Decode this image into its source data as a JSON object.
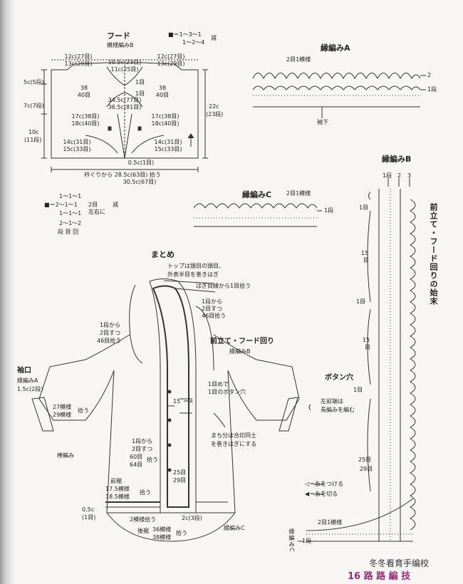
{
  "hood": {
    "title": "フード",
    "pattern": "模様編みB",
    "dec_formula_1": "1～3～1",
    "dec_formula_2": "1～2～4",
    "dec_suffix": "減",
    "top_left_1": "12c(27目)",
    "top_left_2": "13c(29目)",
    "top_mid_1": "10.5c(23目)",
    "top_mid_2": "11c(25目)",
    "top_right_1": "12c(27目)",
    "top_right_2": "13c(29目)",
    "left_5c": "5c(5段)",
    "left_7c": "7c(7段)",
    "left_10c_1": "10c",
    "left_10c_2": "(11段)",
    "right_22c_1": "22c",
    "right_22c_2": "(23段)",
    "inner_38": "38",
    "inner_40": "40目",
    "inner_38_r": "38",
    "inner_40_r": "40目",
    "center_1me": "1目",
    "center_1me_2": "1目",
    "center_w1": "34.5c(77目)",
    "center_w2": "36.5c(81目)",
    "lower_left_1": "17c(38目)",
    "lower_left_2": "18c(40目)",
    "lower_right_1": "17c(38目)",
    "lower_right_2": "18c(40目)",
    "bottom_left_1": "14c(31目)",
    "bottom_left_2": "15c(33目)",
    "bottom_right_1": "14c(31目)",
    "bottom_right_2": "15c(33目)",
    "bottom_center": "0.5c(1目)",
    "pickup_1": "衿ぐりから 28.5c(63目) 拾う",
    "pickup_2": "30.5c(67目)"
  },
  "legend_dec": {
    "l1": "1～1～1",
    "l2": "2～1～1",
    "l3": "1～1～1",
    "l4": "2～1～2",
    "brace_1": "2目",
    "brace_2": "左右に",
    "brace_3": "減",
    "bottom": "段 目 回"
  },
  "edgeA": {
    "title": "縁編みA",
    "label_top": "2目1模様",
    "row2": "2",
    "row1": "1段",
    "bottom": "袖下"
  },
  "edgeC": {
    "title": "縁編みC",
    "label_top": "2目1模様",
    "row1": "1段"
  },
  "edgeB": {
    "title": "縁編みB",
    "col1": "1段",
    "col2": "2",
    "col3": "3",
    "row_1me": "1目",
    "row_15a_1": "15",
    "row_15a_2": "目",
    "row_1me_2": "1目",
    "row_15b_1": "15",
    "row_15b_2": "目",
    "button_hole": "ボタン穴",
    "row_1me_3": "1目",
    "bh_note_1": "左前端は",
    "bh_note_2": "長編みを編む",
    "row_25": "25目",
    "row_29": "29目",
    "legend_attach": "＝糸をつける",
    "legend_cut": "＝糸を切る",
    "bottom_label": "2目1模様",
    "bottom_row": "1段",
    "side_label": "縁編みC",
    "vertical_title": "前立て・フード回りの始末"
  },
  "assembly": {
    "title": "まとめ",
    "note_top_1": "トップは頭目の頭目、",
    "note_top_2": "外表半目を巻きはぎ",
    "note_hagi": "はぎ目線から1目拾う",
    "note_r1": "1段から",
    "note_r2": "2目すつ",
    "note_r3": "46目拾う",
    "note_l1": "1段から",
    "note_l2": "2目すつ",
    "note_l3": "46目拾う",
    "front_title": "前立て・フード回り",
    "front_pattern": "縁編みB",
    "sleeve_title": "袖口",
    "sleeve_pattern": "縁編みA",
    "sleeve_size": "1.5c(2段)",
    "sleeve_pickup_1": "27模様",
    "sleeve_pickup_2": "29模様",
    "sleeve_pickup_3": "拾う",
    "rib": "棒編み",
    "bh_1": "1目めで",
    "bh_2": "1目のボタン穴",
    "bh_15": "15",
    "bh_x": "＝×",
    "side_note_1": "まち分は合印同士",
    "side_note_2": "を巻きはぎにする",
    "side_pick_1": "1段から",
    "side_pick_2": "2目すつ",
    "side_pick_3": "60目",
    "side_pick_4": "64目",
    "side_pick_5": "拾う",
    "front_25": "25目",
    "front_29": "29目",
    "hem_1": "前裾",
    "hem_2": "17.5模様",
    "hem_3": "18.5模様",
    "hem_4": "拾う",
    "hem_size_1": "0.5c",
    "hem_size_2": "(1目)",
    "hem_2mo": "2模様拾う",
    "hem_2c": "2c(3段)",
    "back_1": "後裾",
    "back_2": "36模様",
    "back_3": "38模様",
    "back_4": "拾う",
    "edge_c": "縁編みC"
  },
  "watermark": {
    "line1": "冬冬看育手编校",
    "line2": "16 路 路 編 技"
  },
  "colors": {
    "ink": "#222222",
    "paper": "#f7f6f3",
    "watermark": "#9b2a7a"
  }
}
